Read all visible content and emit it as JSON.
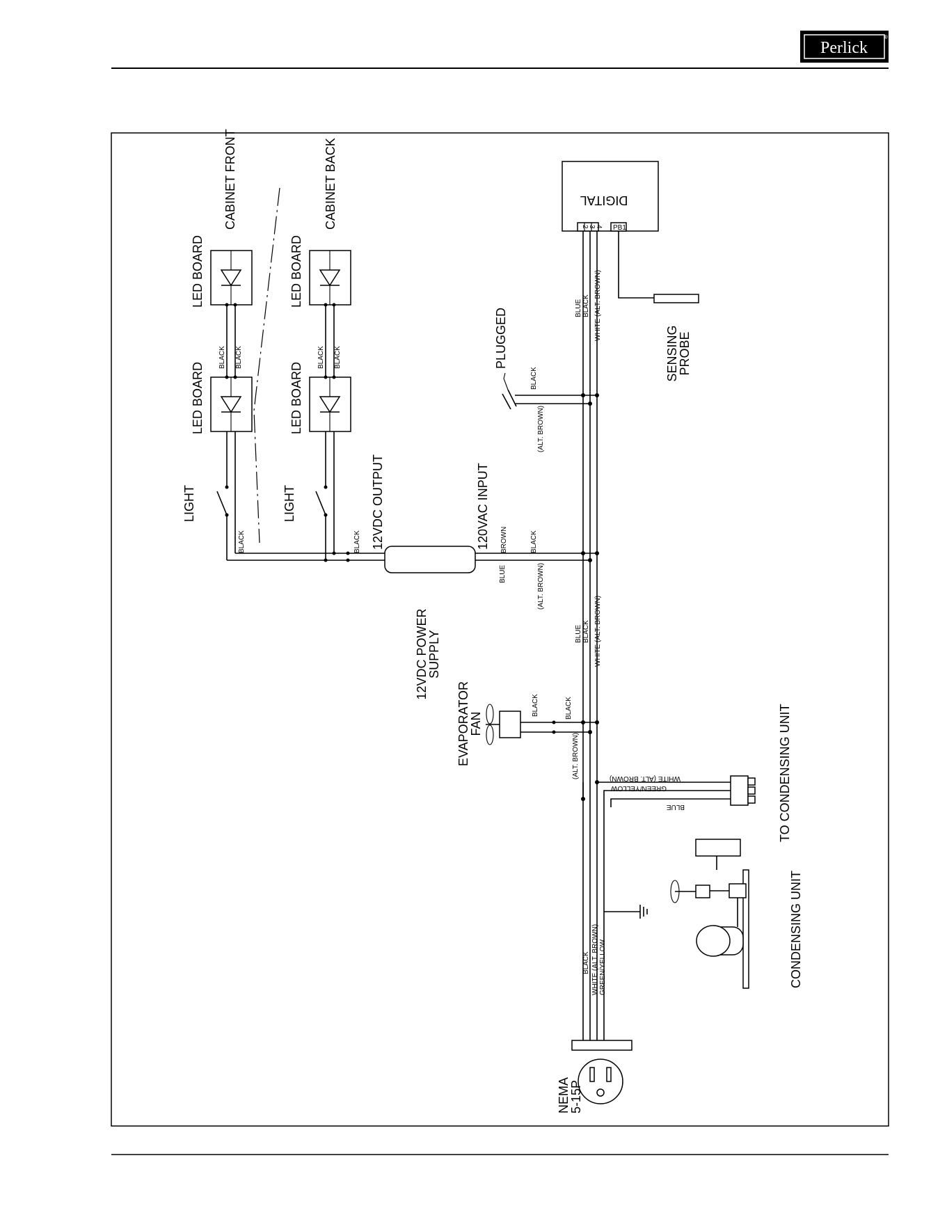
{
  "brand": {
    "logo_text": "Perlick",
    "registered_mark": "®"
  },
  "diagram": {
    "cabinet_front": "CABINET FRONT",
    "cabinet_back": "CABINET BACK",
    "led_board": "LED BOARD",
    "light": "LIGHT",
    "digital": "DIGITAL",
    "terminals": [
      "2",
      "3",
      "4"
    ],
    "pb1": "PB1",
    "sensing_probe": [
      "SENSING",
      "PROBE"
    ],
    "plugged": "PLUGGED",
    "output_12vdc": "12VDC OUTPUT",
    "input_120vac": "120VAC INPUT",
    "power_supply": [
      "12VDC POWER",
      "SUPPLY"
    ],
    "evaporator_fan": [
      "EVAPORATOR",
      "FAN"
    ],
    "to_condensing_unit": "TO CONDENSING UNIT",
    "condensing_unit": "CONDENSING UNIT",
    "nema": [
      "NEMA",
      "5-15P"
    ],
    "wires": {
      "black": "BLACK",
      "blue": "BLUE",
      "brown": "BROWN",
      "alt_brown": "(ALT. BROWN)",
      "white_alt_brown": "WHITE (ALT. BROWN)",
      "green_yellow": "GREEN/YELLOW"
    }
  }
}
